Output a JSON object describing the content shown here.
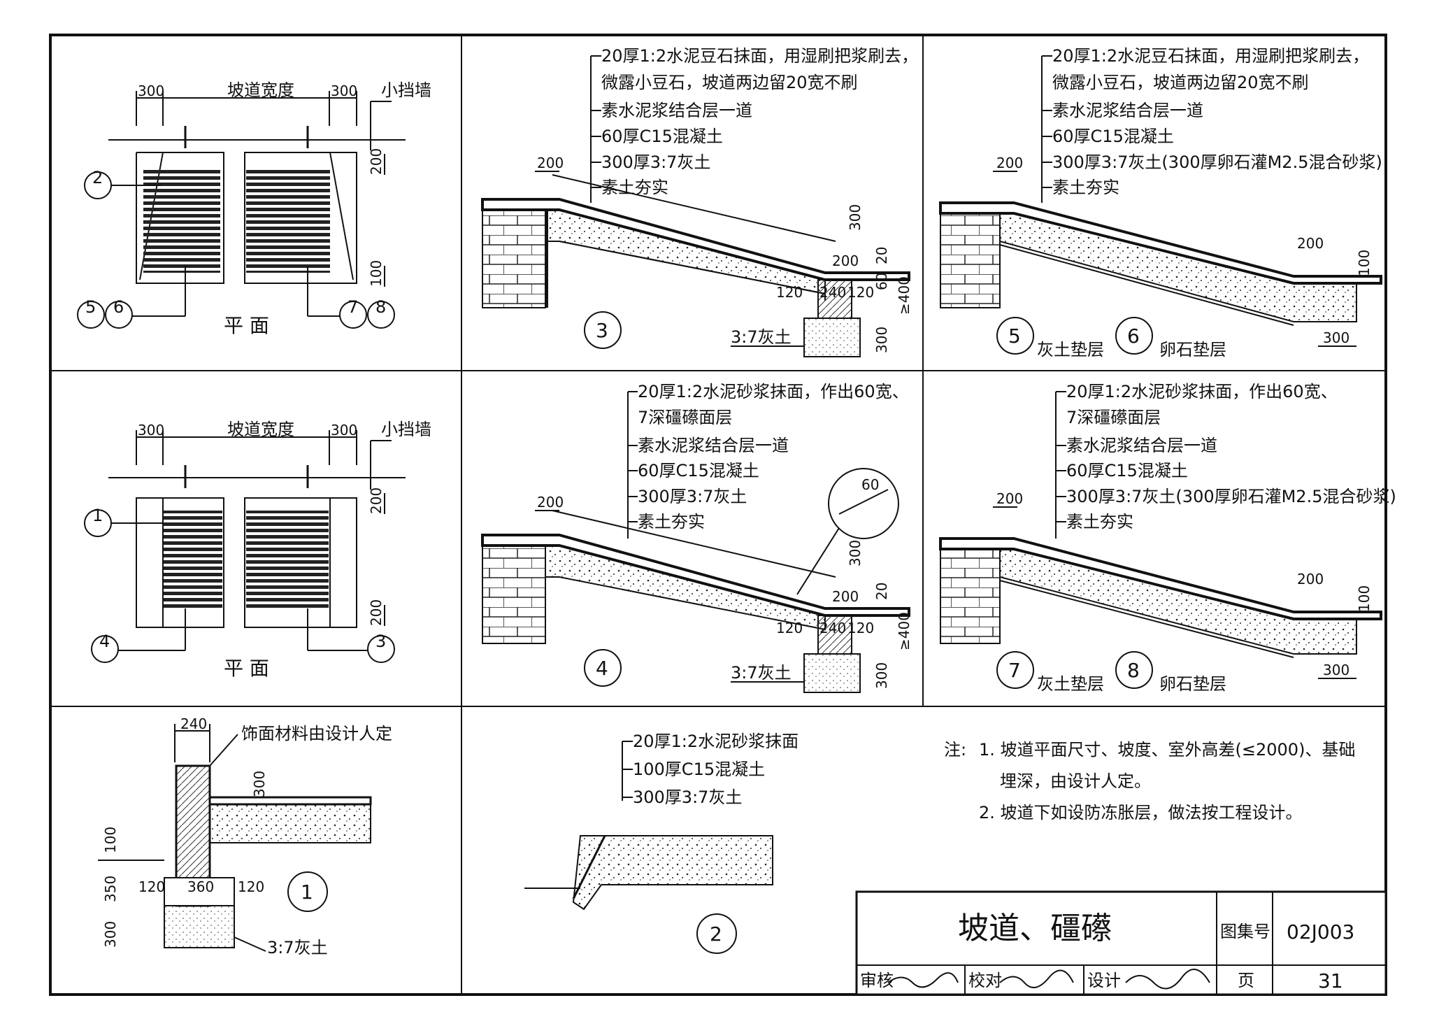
{
  "top_plan": {
    "dim_300_left": "300",
    "ramp_width": "坡道宽度",
    "dim_300_right": "300",
    "small_wall": "小挡墙",
    "dim_200_a": "200",
    "dim_100": "100",
    "callout_2": "2",
    "callout_5": "5",
    "callout_6": "6",
    "callout_7": "7",
    "callout_8": "8",
    "title": "平 面"
  },
  "mid_plan": {
    "dim_300_left": "300",
    "ramp_width": "坡道宽度",
    "dim_300_right": "300",
    "small_wall": "小挡墙",
    "dim_200_a": "200",
    "dim_200_b": "200",
    "callout_1": "1",
    "callout_4": "4",
    "callout_3": "3",
    "title": "平 面"
  },
  "detail3": {
    "layers": [
      "20厚1:2水泥豆石抹面，用湿刷把浆刷去，",
      "微露小豆石，坡道两边留20宽不刷",
      "素水泥浆结合层一道",
      "60厚C15混凝土",
      "300厚3:7灰土",
      "素土夯实"
    ],
    "dim_200_top": "200",
    "dim_300": "300",
    "dim_200": "200",
    "dim_20": "20",
    "dim_60": "60",
    "dim_400": "≥400",
    "dim_120_a": "120",
    "dim_240": "240",
    "dim_120_b": "120",
    "dim_300_b": "300",
    "footing": "3:7灰土",
    "number": "3"
  },
  "detail56": {
    "layers": [
      "20厚1:2水泥豆石抹面，用湿刷把浆刷去，",
      "微露小豆石，坡道两边留20宽不刷",
      "素水泥浆结合层一道",
      "60厚C15混凝土",
      "300厚3:7灰土(300厚卵石灌M2.5混合砂浆)",
      "素土夯实"
    ],
    "dim_200_top": "200",
    "dim_200": "200",
    "dim_100": "100",
    "dim_300": "300",
    "number_a": "5",
    "label_a": "灰土垫层",
    "number_b": "6",
    "label_b": "卵石垫层"
  },
  "detail4": {
    "layers": [
      "20厚1:2水泥砂浆抹面，作出60宽、",
      "7深礓礤面层",
      "素水泥浆结合层一道",
      "60厚C15混凝土",
      "300厚3:7灰土",
      "素土夯实"
    ],
    "bubble_dim": "60",
    "dim_200_top": "200",
    "dim_300": "300",
    "dim_200": "200",
    "dim_20": "20",
    "dim_400": "≥400",
    "dim_120_a": "120",
    "dim_240": "240",
    "dim_120_b": "120",
    "dim_300_b": "300",
    "footing": "3:7灰土",
    "number": "4"
  },
  "detail78": {
    "layers": [
      "20厚1:2水泥砂浆抹面，作出60宽、",
      "7深礓礤面层",
      "素水泥浆结合层一道",
      "60厚C15混凝土",
      "300厚3:7灰土(300厚卵石灌M2.5混合砂浆)",
      "素土夯实"
    ],
    "dim_200_top": "200",
    "dim_200": "200",
    "dim_100": "100",
    "dim_300": "300",
    "number_a": "7",
    "label_a": "灰土垫层",
    "number_b": "8",
    "label_b": "卵石垫层"
  },
  "detail1": {
    "dim_240": "240",
    "finish_note": "饰面材料由设计人定",
    "dim_300": "300",
    "dim_100": "100",
    "dim_350": "350",
    "dim_300_b": "300",
    "dim_120_a": "120",
    "dim_360": "360",
    "dim_120_b": "120",
    "footing": "3:7灰土",
    "number": "1"
  },
  "detail2": {
    "layers": [
      "20厚1:2水泥砂浆抹面",
      "100厚C15混凝土",
      "300厚3:7灰土"
    ],
    "number": "2"
  },
  "notes": {
    "lead": "注:",
    "line1": "1. 坡道平面尺寸、坡度、室外高差(≤2000)、基础",
    "line2": "埋深，由设计人定。",
    "line3": "2. 坡道下如设防冻胀层，做法按工程设计。"
  },
  "title_block": {
    "title": "坡道、礓礤",
    "atlas_label": "图集号",
    "atlas_no": "02J003",
    "review_label": "审核",
    "check_label": "校对",
    "design_label": "设计",
    "page_label": "页",
    "page_no": "31"
  }
}
